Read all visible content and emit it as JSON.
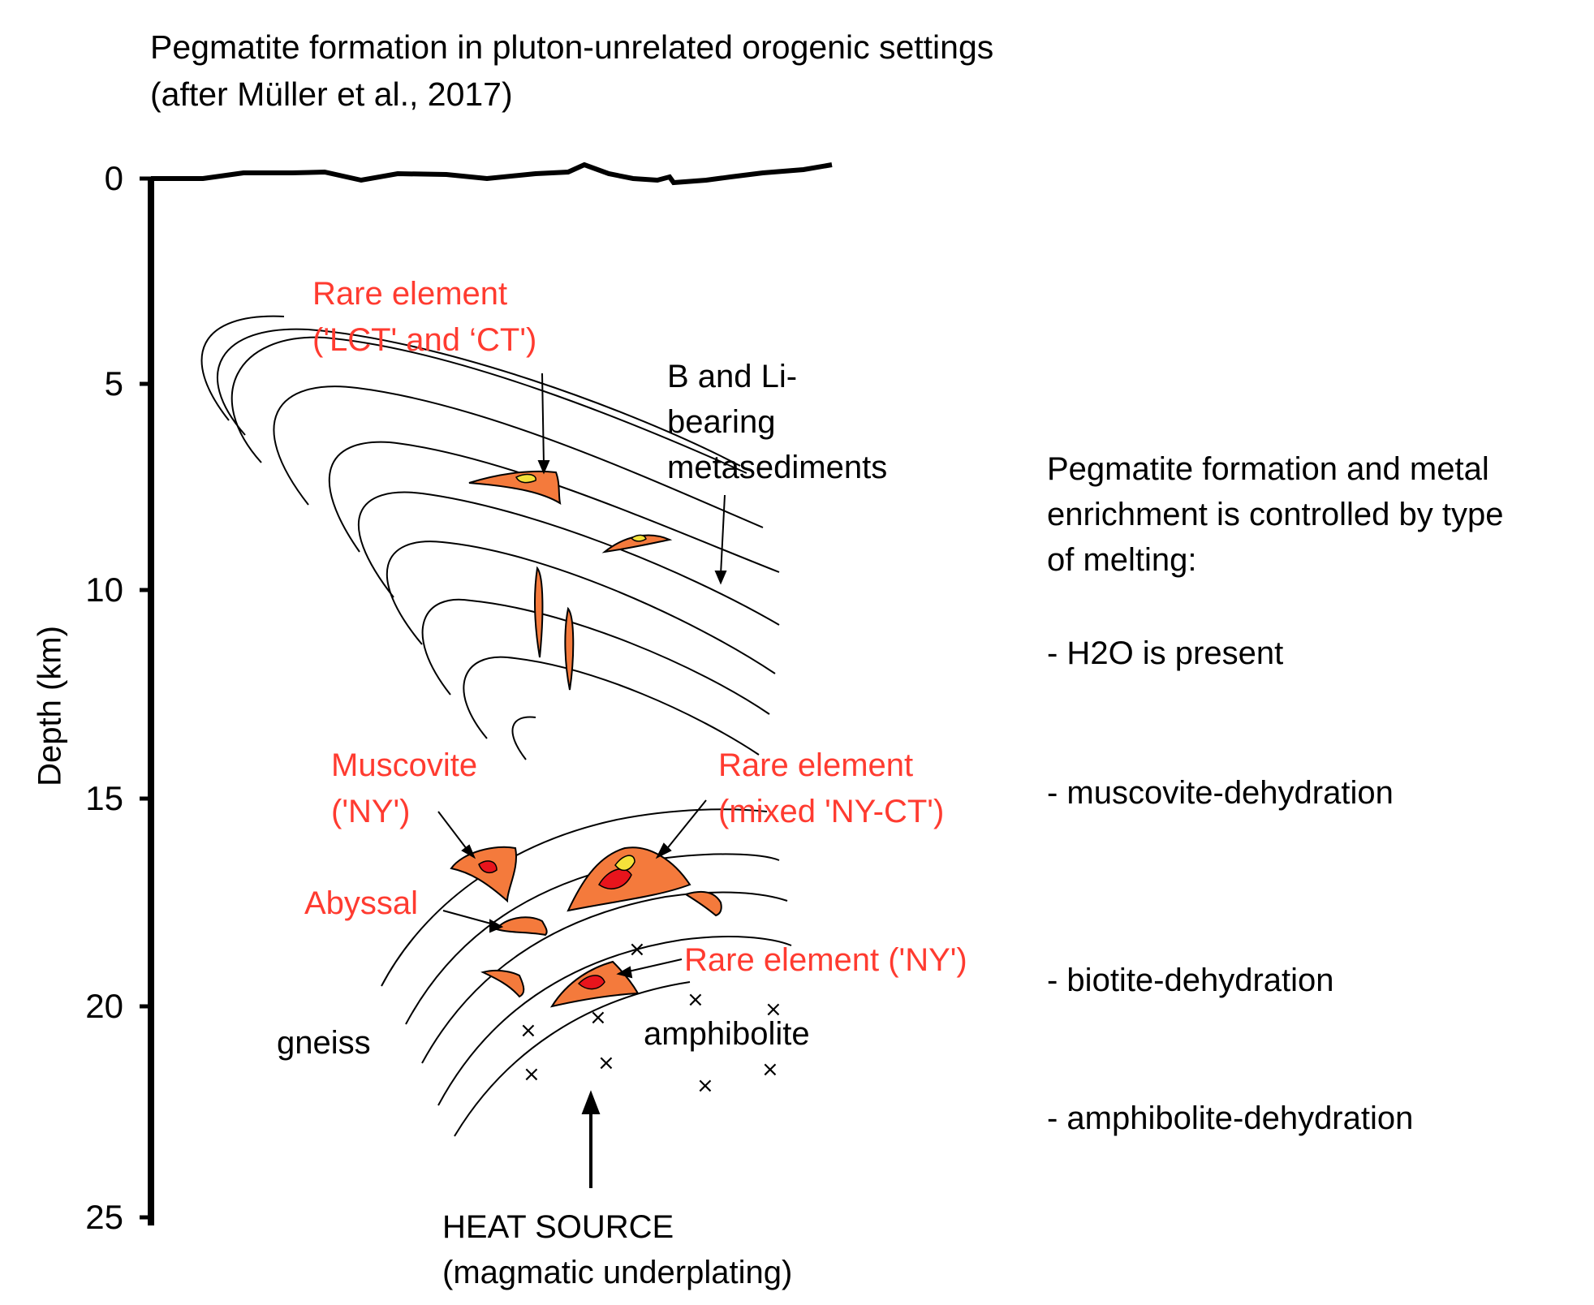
{
  "title": {
    "line1": "Pegmatite formation in pluton-unrelated orogenic settings",
    "line2": "(after Müller et al., 2017)"
  },
  "axis": {
    "label": "Depth (km)",
    "ticks": [
      "0",
      "5",
      "10",
      "15",
      "20",
      "25"
    ]
  },
  "labels": {
    "rare_lct_ct_1": "Rare element",
    "rare_lct_ct_2": "('LCT' and ‘CT')",
    "b_li_1": "B and Li-",
    "b_li_2": "bearing",
    "b_li_3": "metasediments",
    "muscovite_1": "Muscovite",
    "muscovite_2": "('NY')",
    "rare_mixed_1": "Rare element",
    "rare_mixed_2": "(mixed 'NY-CT')",
    "abyssal": "Abyssal",
    "rare_ny": "Rare element ('NY')",
    "gneiss": "gneiss",
    "amphibolite": "amphibolite",
    "heat_1": "HEAT SOURCE",
    "heat_2": "(magmatic underplating)"
  },
  "explanation": {
    "line1": "Pegmatite formation and metal",
    "line2": "enrichment is controlled by type",
    "line3": "of melting:",
    "items": [
      "- H2O is present",
      "- muscovite-dehydration",
      "- biotite-dehydration",
      "- amphibolite-dehydration"
    ]
  },
  "colors": {
    "pegmatite_outer": "#f47a3c",
    "pegmatite_core_red": "#e8141c",
    "pegmatite_core_yellow": "#f5e23a",
    "label_red": "#ff3b30"
  }
}
